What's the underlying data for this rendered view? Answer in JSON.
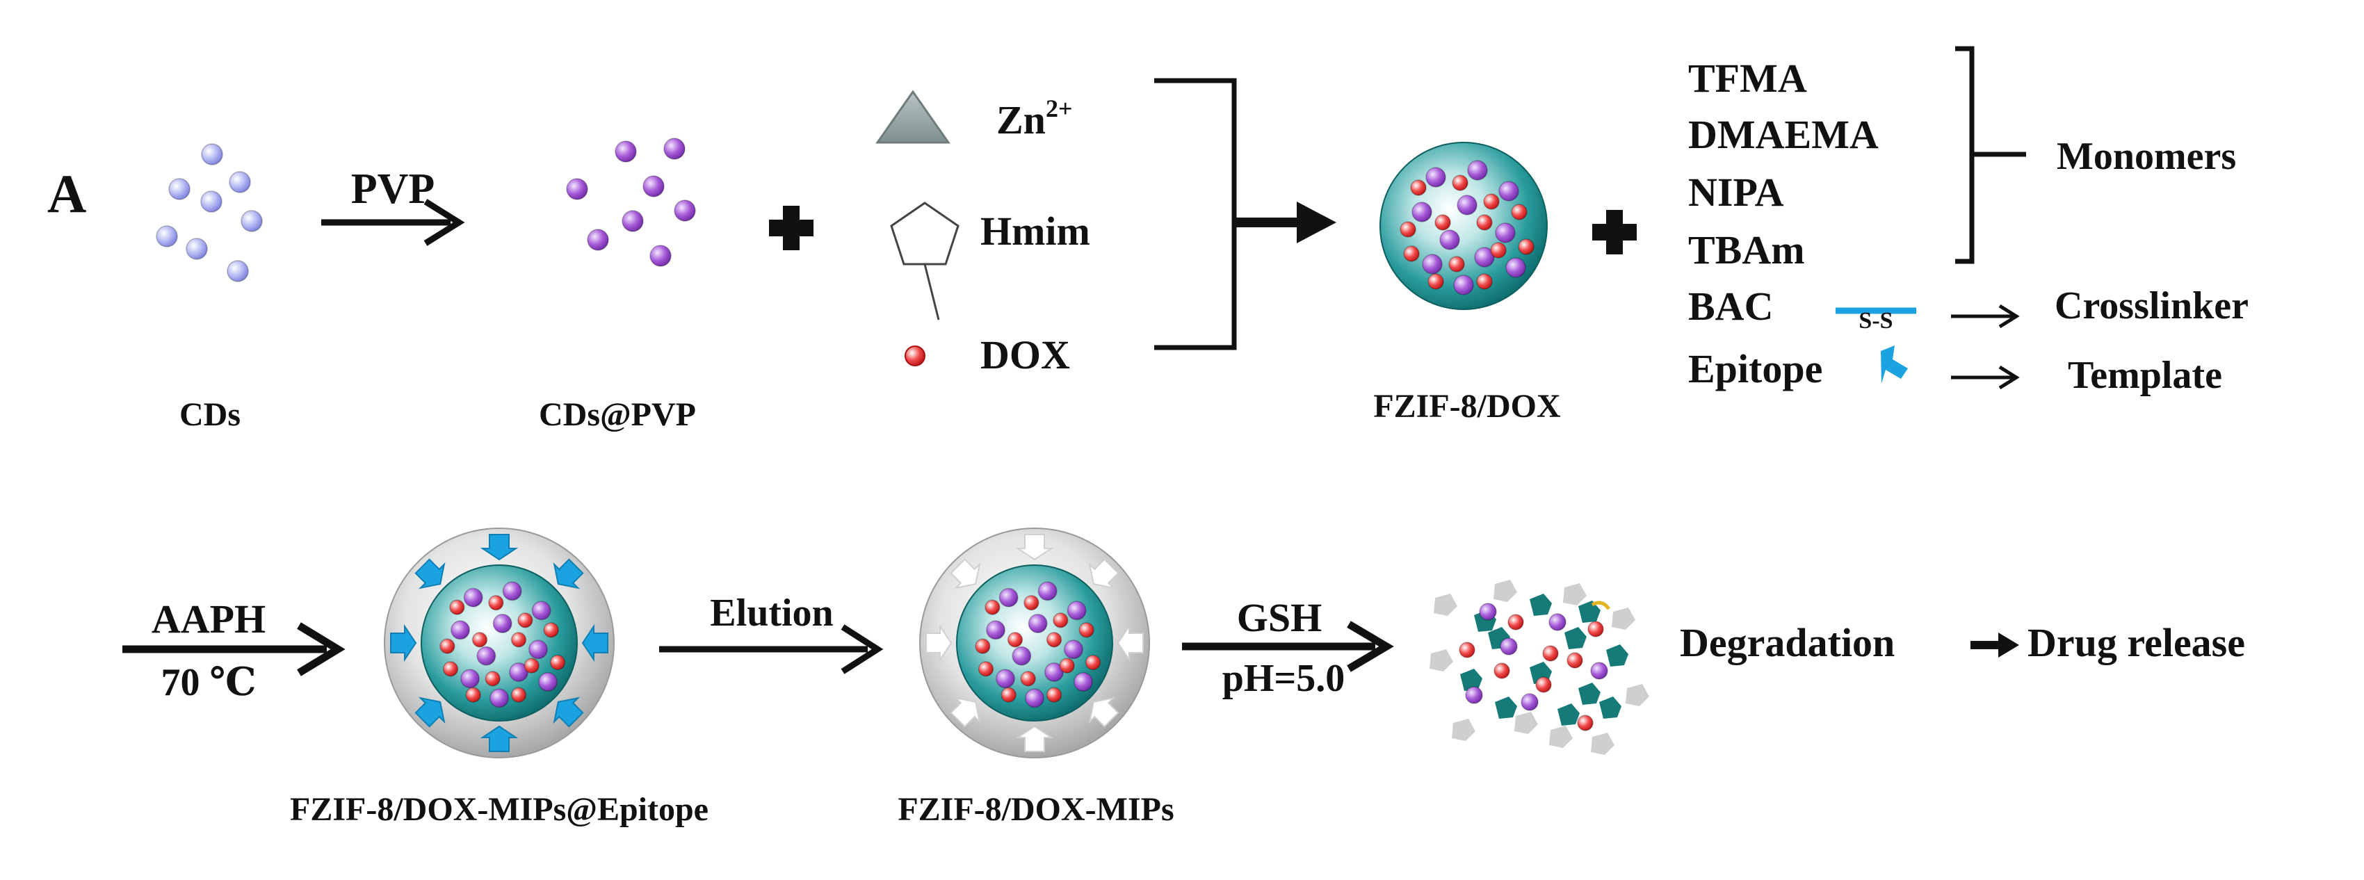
{
  "panel_label": "A",
  "colors": {
    "cd_blue": "#a9aef0",
    "cd_purple": "#a75ad8",
    "dox_red": "#ee2a2a",
    "core_teal": "#1f8f90",
    "shell_gray": "#c9c9c9",
    "epitope_blue": "#1aa3e0",
    "fragment_teal": "#157a78",
    "fragment_gray": "#cfcfcf",
    "ink": "#111111"
  },
  "row1": {
    "cds_label": "CDs",
    "pvp_label": "PVP",
    "cds_pvp_label": "CDs@PVP",
    "reagents": {
      "zn": {
        "base": "Zn",
        "sup": "2+"
      },
      "hmim": "Hmim",
      "dox": "DOX"
    },
    "fzif_label": "FZIF-8/DOX",
    "monomers": [
      "TFMA",
      "DMAEMA",
      "NIPA",
      "TBAm"
    ],
    "monomers_label": "Monomers",
    "bac": "BAC",
    "disulfide": "S-S",
    "crosslinker_label": "Crosslinker",
    "epitope": "Epitope",
    "template_label": "Template"
  },
  "row2": {
    "aaph_label": "AAPH",
    "temp_label": "70 ℃",
    "mips_epitope_label": "FZIF-8/DOX-MIPs@Epitope",
    "elution_label": "Elution",
    "mips_label": "FZIF-8/DOX-MIPs",
    "gsh_label": "GSH",
    "ph_label": "pH=5.0",
    "degradation_label": "Degradation",
    "release_label": "Drug release"
  }
}
